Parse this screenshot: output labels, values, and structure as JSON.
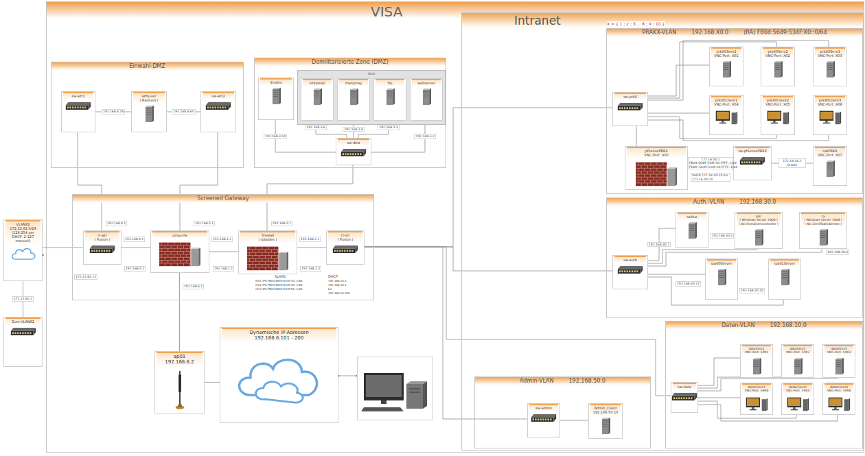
{
  "diagram": {
    "title": "VISA",
    "nodes": [
      {
        "text": [
          "Einwahl-DMZ"
        ]
      },
      {
        "text": [
          "sw-azr1"
        ],
        "in": 0
      },
      {
        "text": [
          "azhs-ser",
          "( Radiusd )"
        ],
        "in": 0
      },
      {
        "text": [
          "sw-azr2"
        ],
        "in": 0
      },
      {
        "text": [
          "Demilitarisierte Zone (DMZ)"
        ]
      },
      {
        "text": [
          "dnsdns"
        ],
        "in": 4
      },
      {
        "text": [
          "dmz"
        ],
        "in": 4
      },
      {
        "text": [
          "smtpmail"
        ],
        "in": 6
      },
      {
        "text": [
          "mailproxy"
        ],
        "in": 6
      },
      {
        "text": [
          "ftp"
        ],
        "in": 6
      },
      {
        "text": [
          "webserver"
        ],
        "in": 6
      },
      {
        "text": [
          "sw-dmz"
        ],
        "in": 4
      },
      {
        "text": [
          "Screened Gateway"
        ]
      },
      {
        "text": [
          "rt-azr",
          "( Fusion )"
        ],
        "in": 12
      },
      {
        "text": [
          "proxy-fw"
        ],
        "in": 12
      },
      {
        "text": [
          "firewall",
          "( iptables )"
        ],
        "in": 12
      },
      {
        "text": [
          "rt-int",
          "( Fusion )"
        ],
        "in": 12
      },
      {
        "text": [
          "VLAN82 172.22.82.0/24 (128-254 per DHCP, 2-127 manuell)"
        ]
      },
      {
        "text": [
          "Zum VLAN82"
        ]
      },
      {
        "text": [
          "ap01",
          "192.168.6.2"
        ]
      },
      {
        "text": [
          "Dynamische IP-Adressen",
          "192.168.6.101 - 200"
        ]
      },
      {
        "text": [
          "Intranet"
        ]
      },
      {
        "text": [
          "PRAKX-VLAN",
          "192.168.X0.0",
          "(RA) FB04:5649:534F:X0::0/64"
        ],
        "in": 21
      },
      {
        "text": [
          "sw-prkX"
        ],
        "in": 22
      },
      {
        "text": [
          "prkX0Serv1",
          "VNC-Port: X01"
        ],
        "in": 22
      },
      {
        "text": [
          "prkX0Serv2",
          "VNC-Port: X02"
        ],
        "in": 22
      },
      {
        "text": [
          "prkX0Serv3",
          "VNC-Port: X03"
        ],
        "in": 22
      },
      {
        "text": [
          "prkX0Client1",
          "VNC-Port: X04"
        ],
        "in": 22
      },
      {
        "text": [
          "prkX0Client2",
          "VNC-Port: X05"
        ],
        "in": 22
      },
      {
        "text": [
          "prkX0Client3",
          "VNC-Port: X06"
        ],
        "in": 22
      },
      {
        "text": [
          "pfSensePRKX",
          "VNC-Port: X00"
        ],
        "in": 22
      },
      {
        "text": [
          "sw-pfSensePRKX"
        ],
        "in": 22
      },
      {
        "text": [
          "natPRKX",
          "VNC-Port: X07"
        ],
        "in": 22
      },
      {
        "text": [
          "Auth.-VLAN",
          "192.168.30.0"
        ],
        "in": 21
      },
      {
        "text": [
          "sw-auth"
        ],
        "in": 33
      },
      {
        "text": [
          "radius"
        ],
        "in": 33
      },
      {
        "text": [
          "pdc",
          "( Windows Server 2008 )",
          "( AD Domänencontroller )"
        ],
        "in": 33
      },
      {
        "text": [
          "ca",
          "( Windows Server 2008 )",
          "( AD Zertifikatsdienste )"
        ],
        "in": 33
      },
      {
        "text": [
          "ipa00Server"
        ],
        "in": 33
      },
      {
        "text": [
          "ipa01Server"
        ],
        "in": 33
      },
      {
        "text": [
          "Daten-VLAN",
          "192.168.10.0"
        ],
        "in": 21
      },
      {
        "text": [
          "sw-data"
        ],
        "in": 40
      },
      {
        "text": [
          "dataServ1",
          "VNC-Port: 5901"
        ],
        "in": 40
      },
      {
        "text": [
          "dataServ2",
          "VNC-Port: 5902"
        ],
        "in": 40
      },
      {
        "text": [
          "dataServ3",
          "VNC-Port: 5903"
        ],
        "in": 40
      },
      {
        "text": [
          "dataClient1",
          "VNC-Port: 5904"
        ],
        "in": 40
      },
      {
        "text": [
          "dataClient2",
          "VNC-Port: 5905"
        ],
        "in": 40
      },
      {
        "text": [
          "dataClient3",
          "VNC-Port: 5906"
        ],
        "in": 40
      },
      {
        "text": [
          "Admin-VLAN",
          "192.168.50.0"
        ],
        "in": 21
      },
      {
        "text": [
          "sw-admin"
        ],
        "in": 48
      },
      {
        "text": [
          "Admin_Client",
          "192.168.50.10"
        ],
        "in": 48
      }
    ],
    "edges": [
      {
        "from": 17,
        "to": 13,
        "arrow": "none"
      },
      {
        "from": 17,
        "to": 18,
        "arrow": "none",
        "label": "172.22.82.1"
      },
      {
        "from": 13,
        "to": 14,
        "arrow": "none"
      },
      {
        "from": 14,
        "to": 15,
        "arrow": "none"
      },
      {
        "from": 15,
        "to": 16,
        "arrow": "none"
      },
      {
        "from": 1,
        "to": 13,
        "arrow": "none"
      },
      {
        "from": 3,
        "to": 14,
        "arrow": "none"
      },
      {
        "from": 1,
        "to": 2,
        "arrow": "none",
        "label": "192.168.4.18"
      },
      {
        "from": 2,
        "to": 3,
        "arrow": "none",
        "label": "192.168.4.65"
      },
      {
        "from": 5,
        "to": 11,
        "arrow": "none",
        "label": "192.168.3.10"
      },
      {
        "from": 7,
        "to": 11,
        "arrow": "none",
        "label": "192.168.3.6"
      },
      {
        "from": 8,
        "to": 11,
        "arrow": "none",
        "label": "192.168.3.4"
      },
      {
        "from": 9,
        "to": 11,
        "arrow": "none",
        "label": "192.168.3.3"
      },
      {
        "from": 10,
        "to": 11,
        "arrow": "none",
        "label": "192.168.3.2"
      },
      {
        "from": 11,
        "to": 15,
        "arrow": "none"
      },
      {
        "from": 14,
        "to": 19,
        "arrow": "none"
      },
      {
        "from": 19,
        "to": 20,
        "arrow": "none"
      },
      {
        "from": 16,
        "to": 23,
        "arrow": "none"
      },
      {
        "from": 16,
        "to": 34,
        "arrow": "none"
      },
      {
        "from": 16,
        "to": 41,
        "arrow": "none"
      },
      {
        "from": 16,
        "to": 49,
        "arrow": "none"
      },
      {
        "from": 23,
        "to": 24,
        "arrow": "none"
      },
      {
        "from": 23,
        "to": 25,
        "arrow": "none"
      },
      {
        "from": 23,
        "to": 26,
        "arrow": "none"
      },
      {
        "from": 23,
        "to": 27,
        "arrow": "none"
      },
      {
        "from": 23,
        "to": 28,
        "arrow": "none"
      },
      {
        "from": 23,
        "to": 29,
        "arrow": "none"
      },
      {
        "from": 23,
        "to": 30,
        "arrow": "none"
      },
      {
        "from": 30,
        "to": 31,
        "arrow": "none",
        "label": "172.16.X0.1 FB04:5649:534F:X0:FFFF::1/64 FE80::5649:534F:X0:FFFF::1/64"
      },
      {
        "from": 31,
        "to": 32,
        "arrow": "none",
        "label": "172.16.X0.2 SLAAC"
      },
      {
        "from": 34,
        "to": 35,
        "arrow": "none",
        "label": "192.168.30.7"
      },
      {
        "from": 34,
        "to": 36,
        "arrow": "none"
      },
      {
        "from": 34,
        "to": 37,
        "arrow": "none"
      },
      {
        "from": 34,
        "to": 38,
        "arrow": "none"
      },
      {
        "from": 34,
        "to": 39,
        "arrow": "none"
      },
      {
        "from": 41,
        "to": 42,
        "arrow": "none"
      },
      {
        "from": 41,
        "to": 43,
        "arrow": "none"
      },
      {
        "from": 41,
        "to": 44,
        "arrow": "none"
      },
      {
        "from": 41,
        "to": 45,
        "arrow": "none"
      },
      {
        "from": 41,
        "to": 46,
        "arrow": "none"
      },
      {
        "from": 41,
        "to": 47,
        "arrow": "none"
      },
      {
        "from": 49,
        "to": 50,
        "arrow": "none"
      }
    ],
    "labels": [
      "X = { 1 ; 2 ; 3 ... 8 ; 9 ; 10 }",
      "192.168.4.1",
      "192.168.0.1",
      "192.168.0.2",
      "192.168.5.1",
      "192.168.1.2",
      "192.168.1.1",
      "192.168.3.1",
      "192.168.2.1",
      "192.168.2.2",
      "192.168.6.1",
      "172.22.82.12",
      "SLAAC",
      "eth1 IP6 FB04:5649:534F:10::1/64",
      "eth2 IP6 FB04:5649:534F:30::1/64",
      "eth3 IP6 FB04:5649:534F:50::1/64",
      "DHCP",
      "192.168.10.1",
      "192.168.30.1",
      "bis",
      "192.168.10.200",
      "DHCP 172.16.X0.10 bis 172.16.X0.20",
      "192.168.30.5",
      "192.168.30.6",
      "192.168.30.11",
      "192.168.30.10"
    ]
  }
}
